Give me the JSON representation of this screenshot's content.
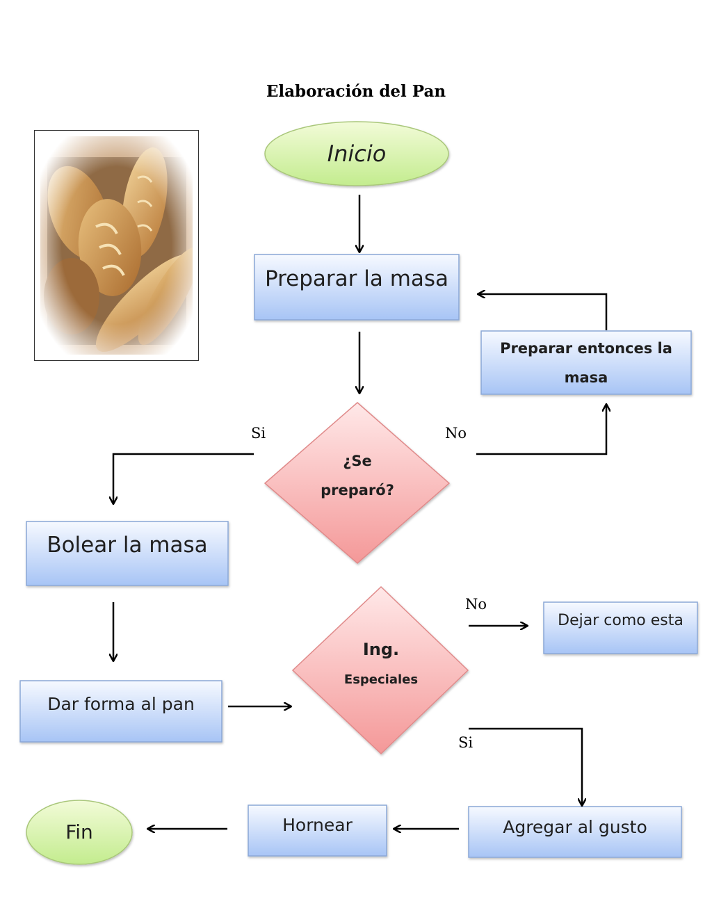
{
  "title": "Elaboración del Pan",
  "image_alt": "bread-photo",
  "nodes": {
    "inicio": "Inicio",
    "preparar_masa": "Preparar la masa",
    "preparar_entonces": "Preparar entonces la masa",
    "se_preparo": "¿Se preparó?",
    "bolear": "Bolear la masa",
    "dar_forma": "Dar forma al pan",
    "ing_title": "Ing.",
    "ing_sub": "Especiales",
    "dejar": "Dejar como esta",
    "agregar": "Agregar al gusto",
    "hornear": "Hornear",
    "fin": "Fin"
  },
  "labels": {
    "si_1": "Si",
    "no_1": "No",
    "no_2": "No",
    "si_2": "Si"
  },
  "colors": {
    "oval_fill_top": "#f2fbd8",
    "oval_fill_bottom": "#c8ee96",
    "box_fill_top": "#f4f8ff",
    "box_fill_bottom": "#a9c6f6",
    "diamond_fill_top": "#ffe6e6",
    "diamond_fill_bottom": "#f59c9c",
    "stroke_green": "#9bbb59",
    "stroke_blue": "#7f9fd0",
    "stroke_red": "#e07a7a"
  }
}
